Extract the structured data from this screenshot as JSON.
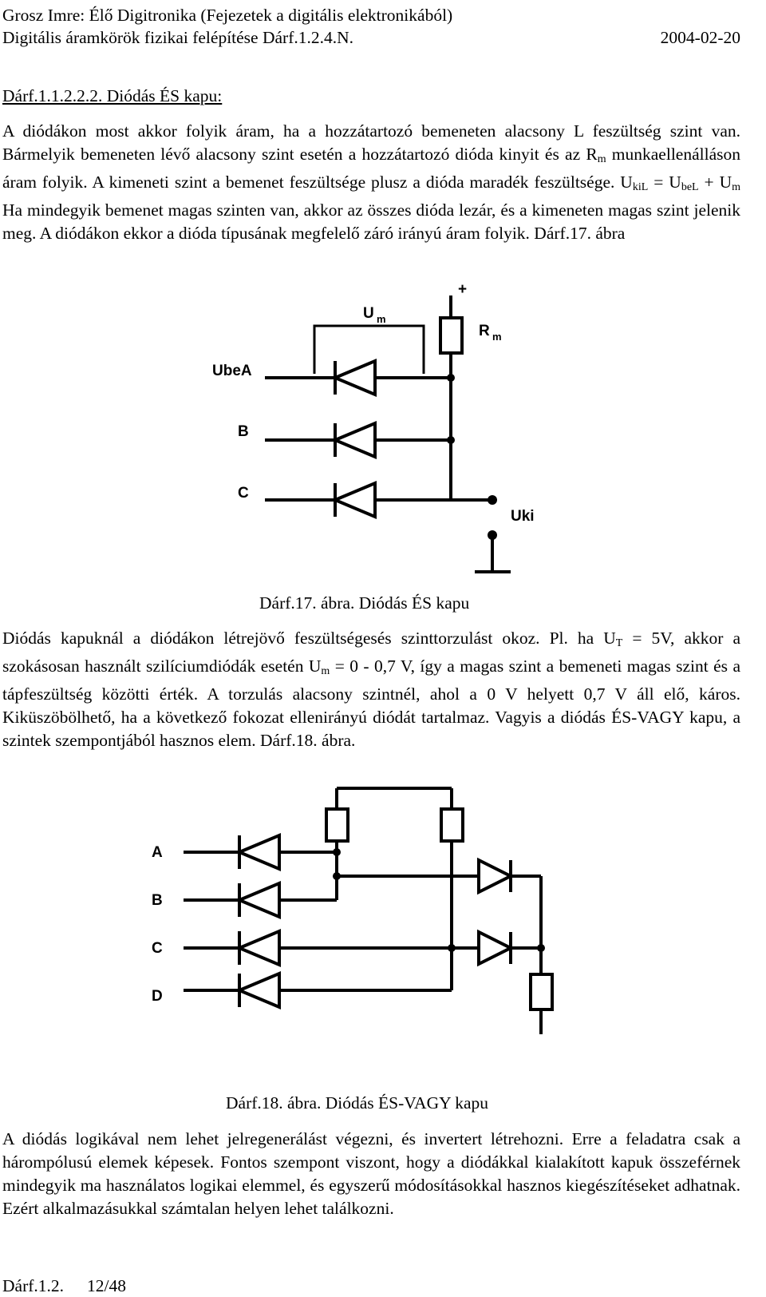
{
  "header": {
    "line1": "Grosz Imre: Élő Digitronika (Fejezetek a digitális elektronikából)",
    "line2": "Digitális áramkörök fizikai felépítése Dárf.1.2.4.N.",
    "date": "2004-02-20"
  },
  "section": {
    "title": "Dárf.1.1.2.2.2. Diódás ÉS kapu:"
  },
  "para1": {
    "t1": "A diódákon most akkor folyik áram, ha a hozzátartozó bemeneten alacsony L feszültség szint van. Bármelyik bemeneten lévő alacsony szint esetén a hozzátartozó dióda kinyit és az R",
    "s1": "m",
    "t2": " munkaellenálláson áram folyik. A kimeneti szint a bemenet feszültsége plusz a dióda maradék feszültsége. U",
    "s2": "kiL",
    "t3": " = U",
    "s3": "beL",
    "t4": " + U",
    "s4": "m",
    "t5": " Ha mindegyik bemenet magas szinten van, akkor az összes dióda lezár, és a kimeneten magas szint jelenik meg. A diódákon ekkor a dióda típusának megfelelő záró irányú áram folyik. Dárf.17. ábra"
  },
  "figure17": {
    "plus": "+",
    "um_main": "U",
    "um_sub": "m",
    "rm_main": "R",
    "rm_sub": "m",
    "input_a": "UbeA",
    "input_b": "B",
    "input_c": "C",
    "output": "Uki",
    "caption": "Dárf.17. ábra. Diódás ÉS kapu"
  },
  "para2": {
    "t1": "Diódás kapuknál a diódákon létrejövő feszültségesés szinttorzulást okoz. Pl. ha U",
    "s1": "T",
    "t2": " = 5V, akkor a szokásosan használt szilíciumdiódák esetén U",
    "s2": "m",
    "t3": " = 0 - 0,7 V, így a magas szint a bemeneti magas szint és a tápfeszültség közötti érték. A torzulás alacsony szintnél, ahol a 0 V helyett 0,7 V áll elő, káros. Kiküszöbölhető, ha a következő fokozat ellenirányú diódát tartalmaz. Vagyis a diódás ÉS-VAGY kapu, a szintek szempontjából hasznos elem. Dárf.18. ábra."
  },
  "figure18": {
    "plus": "+",
    "input_a": "A",
    "input_b": "B",
    "input_c": "C",
    "input_d": "D",
    "caption": "Dárf.18. ábra. Diódás ÉS-VAGY kapu"
  },
  "para3": {
    "text": "A diódás logikával nem lehet jelregenerálást végezni, és invertert létrehozni. Erre a feladatra csak a hárompólusú elemek képesek. Fontos szempont viszont, hogy a diódákkal kialakított kapuk összeférnek mindegyik ma használatos logikai elemmel, és egyszerű módosításokkal hasznos kiegészítéseket adhatnak. Ezért alkalmazásukkal számtalan helyen lehet találkozni."
  },
  "footer": {
    "label": "Dárf.1.2.",
    "page": "12/48"
  }
}
